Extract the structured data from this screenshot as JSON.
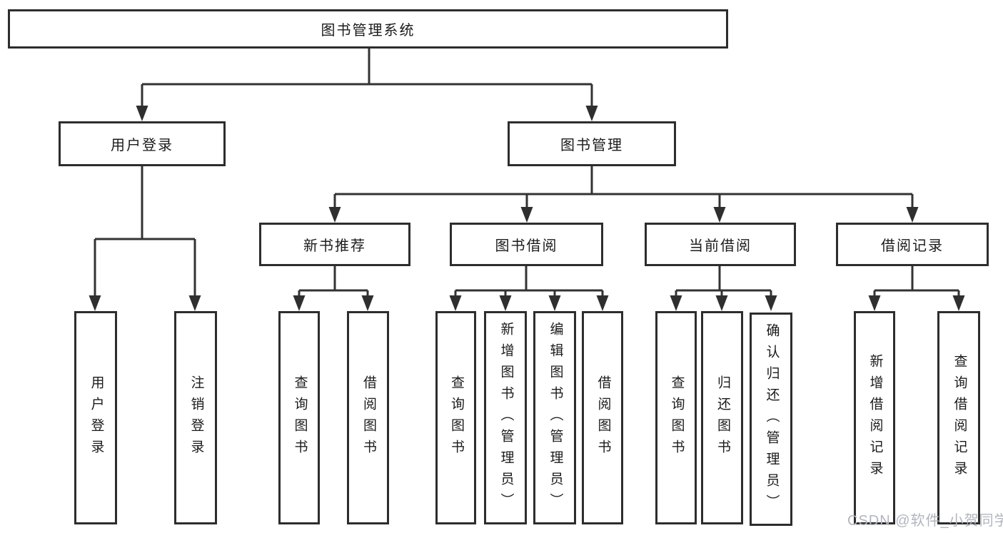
{
  "diagram": {
    "type": "tree",
    "root": {
      "label": "图书管理系统",
      "children": [
        {
          "label": "用户登录",
          "children": [
            {
              "label": "用户登录"
            },
            {
              "label": "注销登录"
            }
          ]
        },
        {
          "label": "图书管理",
          "children": [
            {
              "label": "新书推荐",
              "children": [
                {
                  "label": "查询图书"
                },
                {
                  "label": "借阅图书"
                }
              ]
            },
            {
              "label": "图书借阅",
              "children": [
                {
                  "label": "查询图书"
                },
                {
                  "label": "新增图书（管理员）"
                },
                {
                  "label": "编辑图书（管理员）"
                },
                {
                  "label": "借阅图书"
                }
              ]
            },
            {
              "label": "当前借阅",
              "children": [
                {
                  "label": "查询图书"
                },
                {
                  "label": "归还图书"
                },
                {
                  "label": "确认归还（管理员）"
                }
              ]
            },
            {
              "label": "借阅记录",
              "children": [
                {
                  "label": "新增借阅记录"
                },
                {
                  "label": "查询借阅记录"
                }
              ]
            }
          ]
        }
      ]
    }
  },
  "watermark": {
    "text": "CSDN @软件_小贺同学",
    "color": "#b3b5bf"
  },
  "colors": {
    "line": "#333333",
    "box_border": "#2d2d2d",
    "background": "#ffffff",
    "text": "#1b1b1b"
  }
}
